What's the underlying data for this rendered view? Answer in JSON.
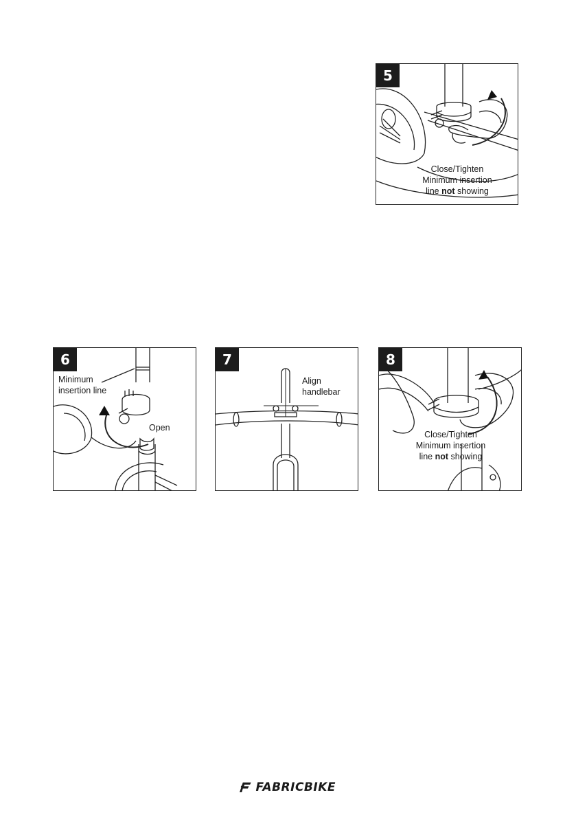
{
  "steps": [
    {
      "number": "5",
      "caption_line1": "Close/Tighten",
      "caption_line2": "Minimum insertion",
      "caption_line3_pre": "line ",
      "caption_line3_bold": "not",
      "caption_line3_post": " showing"
    },
    {
      "number": "6",
      "label_insertion_line1": "Minimum",
      "label_insertion_line2": "insertion line",
      "label_open": "Open"
    },
    {
      "number": "7",
      "label_align_line1": "Align",
      "label_align_line2": "handlebar"
    },
    {
      "number": "8",
      "caption_line1": "Close/Tighten",
      "caption_line2": "Minimum insertion",
      "caption_line3_pre": "line ",
      "caption_line3_bold": "not",
      "caption_line3_post": " showing"
    }
  ],
  "footer": {
    "brand": "FABRICBIKE",
    "logo_icon": "fabricbike-logo-icon"
  }
}
